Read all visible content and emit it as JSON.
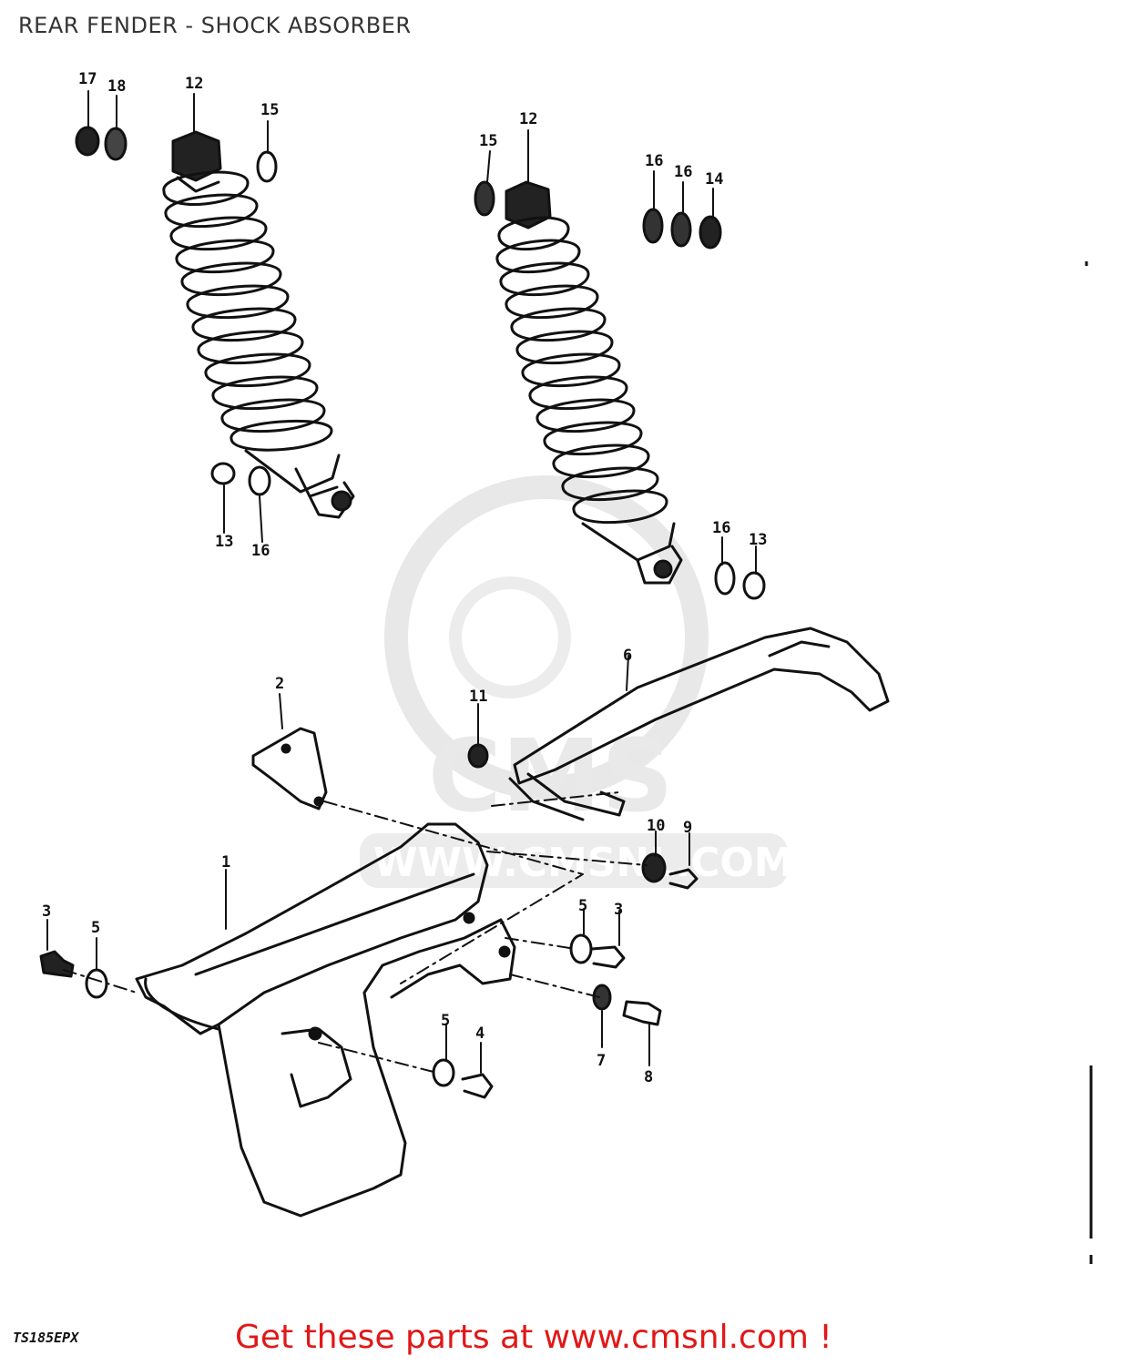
{
  "title": "REAR FENDER - SHOCK ABSORBER",
  "diagram_code": "TS185EPX",
  "cta": "Get these parts at www.cmsnl.com !",
  "watermark": {
    "brand": "CMS",
    "url": "WWW.CMSNL.COM"
  },
  "callouts": {
    "c1": "1",
    "c2": "2",
    "c3a": "3",
    "c3b": "3",
    "c4": "4",
    "c5a": "5",
    "c5b": "5",
    "c5c": "5",
    "c6": "6",
    "c7": "7",
    "c8": "8",
    "c9": "9",
    "c10": "10",
    "c11": "11",
    "c12a": "12",
    "c12b": "12",
    "c13a": "13",
    "c13b": "13",
    "c14": "14",
    "c15a": "15",
    "c15b": "15",
    "c16a": "16",
    "c16b": "16",
    "c16c": "16",
    "c16d": "16",
    "c17": "17",
    "c18": "18"
  },
  "colors": {
    "line": "#111111",
    "cta": "#e01818",
    "watermark": "#e6e6e6"
  }
}
